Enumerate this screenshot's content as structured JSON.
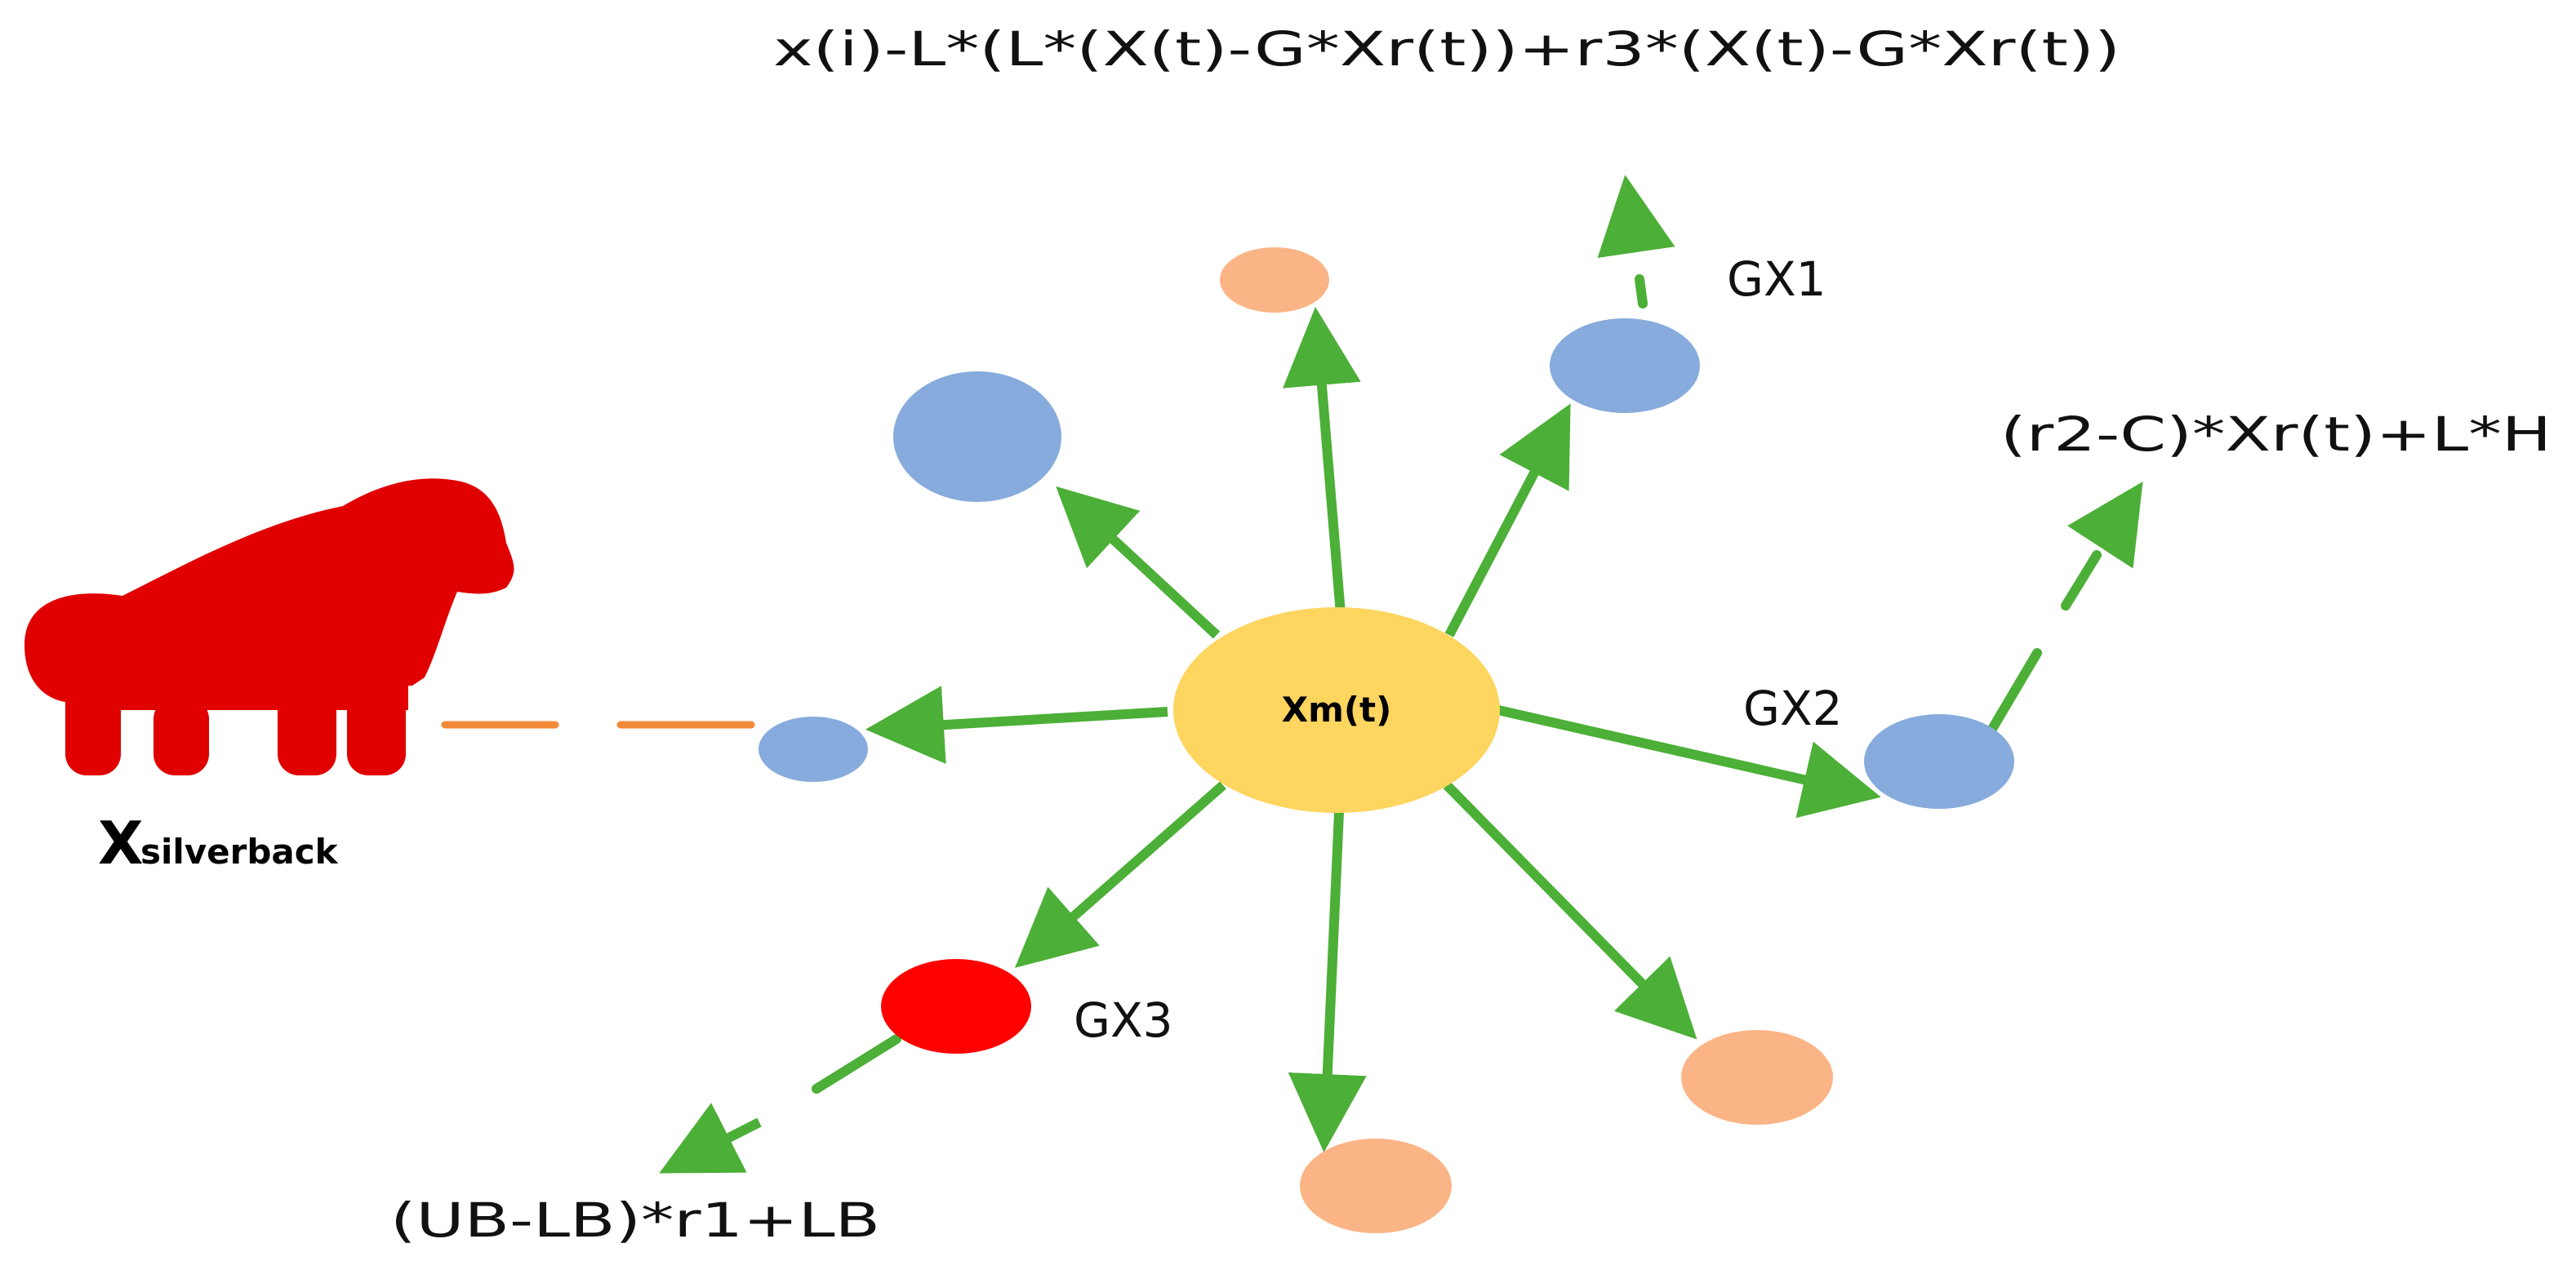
{
  "diagram": {
    "center_label": "Xm(t)",
    "agent_labels": {
      "gx1": "GX1",
      "gx2": "GX2",
      "gx3": "GX3"
    },
    "formulas": {
      "gx1_update": "x(i)-L*(L*(X(t)-G*Xr(t))+r3*(X(t)-G*Xr(t))",
      "gx2_update": "(r2-C)*Xr(t)+L*H",
      "gx3_update": "(UB-LB)*r1+LB"
    },
    "silverback": {
      "icon": "gorilla-icon",
      "label_main": "X",
      "label_sub": "silverback"
    },
    "colors": {
      "center": "#FDD55F",
      "blue_agent": "#86ABDC",
      "orange_agent": "#FBB486",
      "red_agent": "#FF0000",
      "arrow": "#4CAF37",
      "silverback": "#E00000",
      "silverback_link": "#F28A3A"
    }
  }
}
